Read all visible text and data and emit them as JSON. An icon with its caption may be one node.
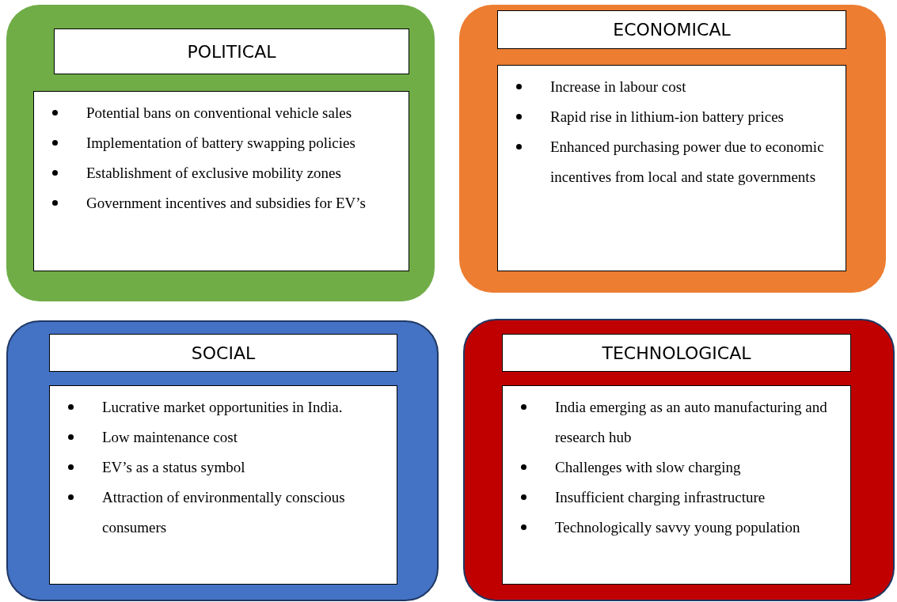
{
  "diagram": {
    "nodes": [
      {
        "text": [],
        "shape": "box"
      },
      {
        "text": [
          "POLITICAL"
        ],
        "in": 0
      },
      {
        "text": [
          "Potential bans on conventional vehicle sales",
          "Implementation of battery swapping policies",
          "Establishment of exclusive mobility zones",
          "Government incentives and subsidies for EV’s"
        ],
        "in": 0
      },
      {
        "text": [],
        "shape": "box"
      },
      {
        "text": [
          "ECONOMICAL"
        ],
        "in": 3
      },
      {
        "text": [
          "Increase in labour cost",
          "Rapid rise in lithium-ion battery prices",
          "Enhanced purchasing power due to economic incentives from local and state governments"
        ],
        "in": 3
      },
      {
        "text": [],
        "shape": "box"
      },
      {
        "text": [
          "SOCIAL"
        ],
        "in": 6
      },
      {
        "text": [
          "Lucrative market opportunities in India.",
          "Low maintenance cost",
          "EV’s as a status symbol",
          "Attraction of environmentally conscious consumers"
        ],
        "in": 6
      },
      {
        "text": [],
        "shape": "box"
      },
      {
        "text": [
          "TECHNOLOGICAL"
        ],
        "in": 9
      },
      {
        "text": [
          "India emerging as an auto manufacturing and research hub",
          "Challenges with slow charging",
          "Insufficient charging infrastructure",
          "Technologically savvy young population"
        ],
        "in": 9
      }
    ]
  }
}
